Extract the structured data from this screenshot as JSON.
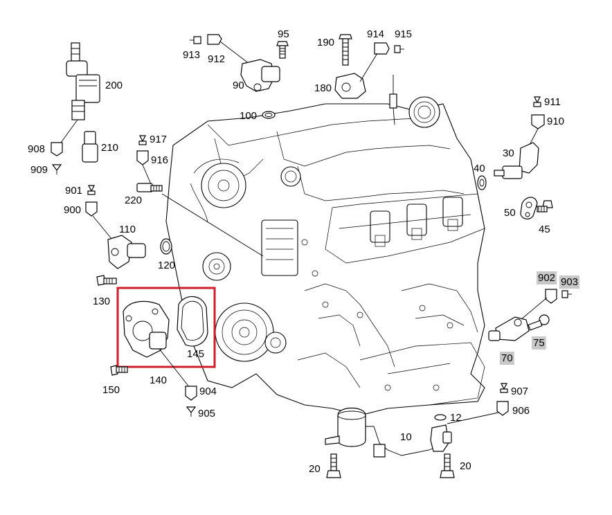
{
  "labels": [
    {
      "id": "95",
      "text": "95"
    },
    {
      "id": "190",
      "text": "190"
    },
    {
      "id": "914",
      "text": "914"
    },
    {
      "id": "915",
      "text": "915"
    },
    {
      "id": "913",
      "text": "913"
    },
    {
      "id": "912",
      "text": "912"
    },
    {
      "id": "200",
      "text": "200"
    },
    {
      "id": "90",
      "text": "90"
    },
    {
      "id": "180",
      "text": "180"
    },
    {
      "id": "100",
      "text": "100"
    },
    {
      "id": "911",
      "text": "911"
    },
    {
      "id": "910",
      "text": "910"
    },
    {
      "id": "917",
      "text": "917"
    },
    {
      "id": "916",
      "text": "916"
    },
    {
      "id": "908",
      "text": "908"
    },
    {
      "id": "210",
      "text": "210"
    },
    {
      "id": "909",
      "text": "909"
    },
    {
      "id": "30",
      "text": "30"
    },
    {
      "id": "40",
      "text": "40"
    },
    {
      "id": "220",
      "text": "220"
    },
    {
      "id": "901",
      "text": "901"
    },
    {
      "id": "900",
      "text": "900"
    },
    {
      "id": "50",
      "text": "50"
    },
    {
      "id": "45",
      "text": "45"
    },
    {
      "id": "110",
      "text": "110"
    },
    {
      "id": "120",
      "text": "120"
    },
    {
      "id": "902",
      "text": "902",
      "highlight": true
    },
    {
      "id": "903",
      "text": "903",
      "highlight": true
    },
    {
      "id": "130",
      "text": "130"
    },
    {
      "id": "145",
      "text": "145"
    },
    {
      "id": "75",
      "text": "75",
      "highlight": true
    },
    {
      "id": "70",
      "text": "70",
      "highlight": true
    },
    {
      "id": "150",
      "text": "150"
    },
    {
      "id": "140",
      "text": "140"
    },
    {
      "id": "904",
      "text": "904"
    },
    {
      "id": "907",
      "text": "907"
    },
    {
      "id": "906",
      "text": "906"
    },
    {
      "id": "905",
      "text": "905"
    },
    {
      "id": "12",
      "text": "12"
    },
    {
      "id": "10",
      "text": "10"
    },
    {
      "id": "20a",
      "text": "20"
    },
    {
      "id": "20b",
      "text": "20"
    }
  ],
  "colors": {
    "highlight_box": "#cc1e2b",
    "label_bg": "#c8c8c8",
    "line": "#000000",
    "background": "#ffffff"
  }
}
